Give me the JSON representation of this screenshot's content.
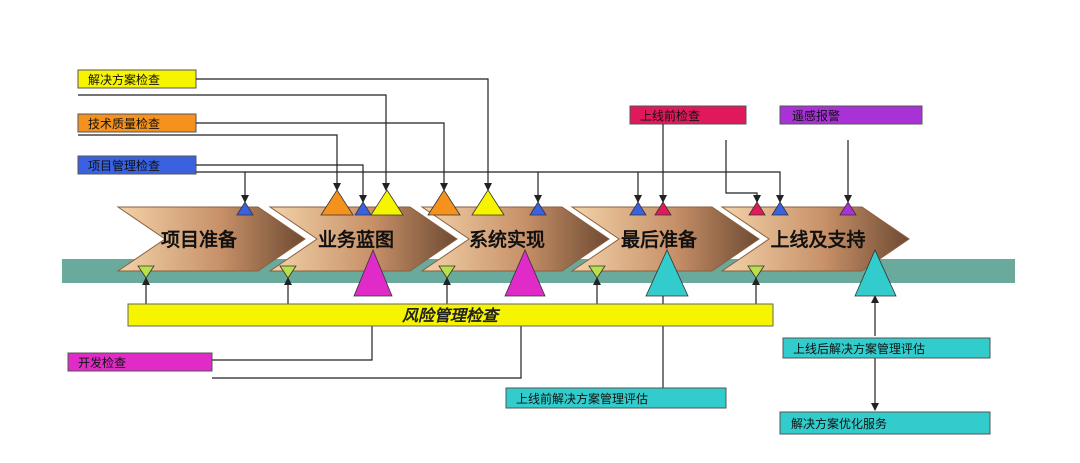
{
  "colors": {
    "yellow": "#f7f400",
    "orange": "#f5921e",
    "blue": "#3a61e0",
    "crimson": "#e0195c",
    "purple": "#a832d6",
    "magenta": "#e02bc8",
    "teal": "#33cccc",
    "green_triangle": "#b8e04a",
    "band": "#6aaa9c"
  },
  "labels": {
    "solution_check": "解决方案检查",
    "tech_quality_check": "技术质量检查",
    "project_mgmt_check": "项目管理检查",
    "prelaunch_check": "上线前检查",
    "purple_label": "遥感报警",
    "dev_check": "开发检查",
    "prelaunch_eval": "上线前解决方案管理评估",
    "postlaunch_eval": "上线后解决方案管理评估",
    "optimization": "解决方案优化服务"
  },
  "phases": [
    "项目准备",
    "业务蓝图",
    "系统实现",
    "最后准备",
    "上线及支持"
  ],
  "risk_bar": "风险管理检查"
}
